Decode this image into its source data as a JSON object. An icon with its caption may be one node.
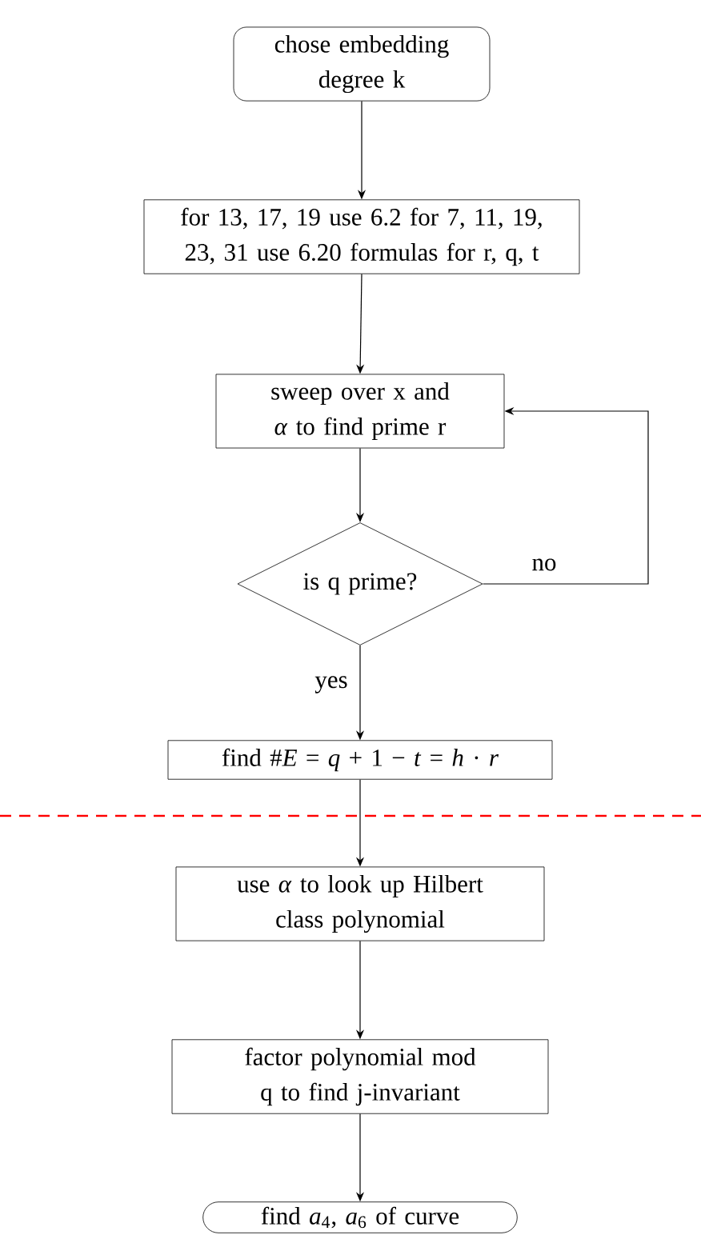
{
  "diagram": {
    "nodes": [
      {
        "text": [
          "chose embedding degree k"
        ]
      },
      {
        "text": [
          "for 13, 17, 19 use 6.2 for 7, 11, 19, 23, 31 use 6.20 formulas for r, q, t"
        ]
      },
      {
        "text": [
          "sweep over x and *α* to find prime r"
        ]
      },
      {
        "text": [
          "is q prime?"
        ]
      },
      {
        "text": [
          "find #*E* = *q* + 1 − *t* = *h* · *r*"
        ]
      },
      {
        "text": [
          "use *α* to look up Hilbert class polynomial"
        ]
      },
      {
        "text": [
          "factor polynomial mod q to find j-invariant"
        ]
      },
      {
        "text": [
          "find *a*$_{4}$, *a*$_{6}$ of curve"
        ]
      }
    ],
    "edges": [
      {
        "from": 0,
        "to": 1,
        "arrow": "to"
      },
      {
        "from": 1,
        "to": 2,
        "arrow": "to"
      },
      {
        "from": 2,
        "to": 3,
        "arrow": "to"
      },
      {
        "from": 3,
        "to": 4,
        "arrow": "to",
        "label": "yes"
      },
      {
        "from": 3,
        "to": 2,
        "arrow": "to",
        "label": "no"
      },
      {
        "from": 4,
        "to": 5,
        "arrow": "to"
      },
      {
        "from": 5,
        "to": 6,
        "arrow": "to"
      },
      {
        "from": 6,
        "to": 7,
        "arrow": "to"
      }
    ]
  }
}
